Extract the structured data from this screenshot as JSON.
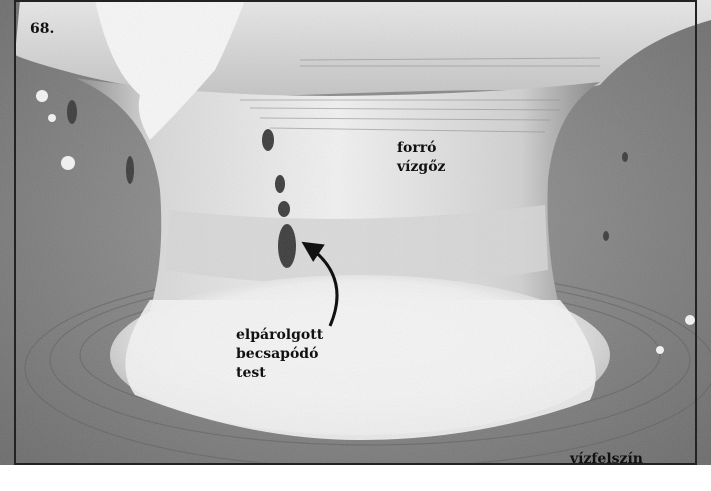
{
  "figure": {
    "number": "68.",
    "labels": {
      "steam_line1": "forró",
      "steam_line2": "vízgőz",
      "impactor_line1": "elpárolgott",
      "impactor_line2": "becsapódó",
      "impactor_line3": "test",
      "surface": "vízfelszín"
    }
  }
}
